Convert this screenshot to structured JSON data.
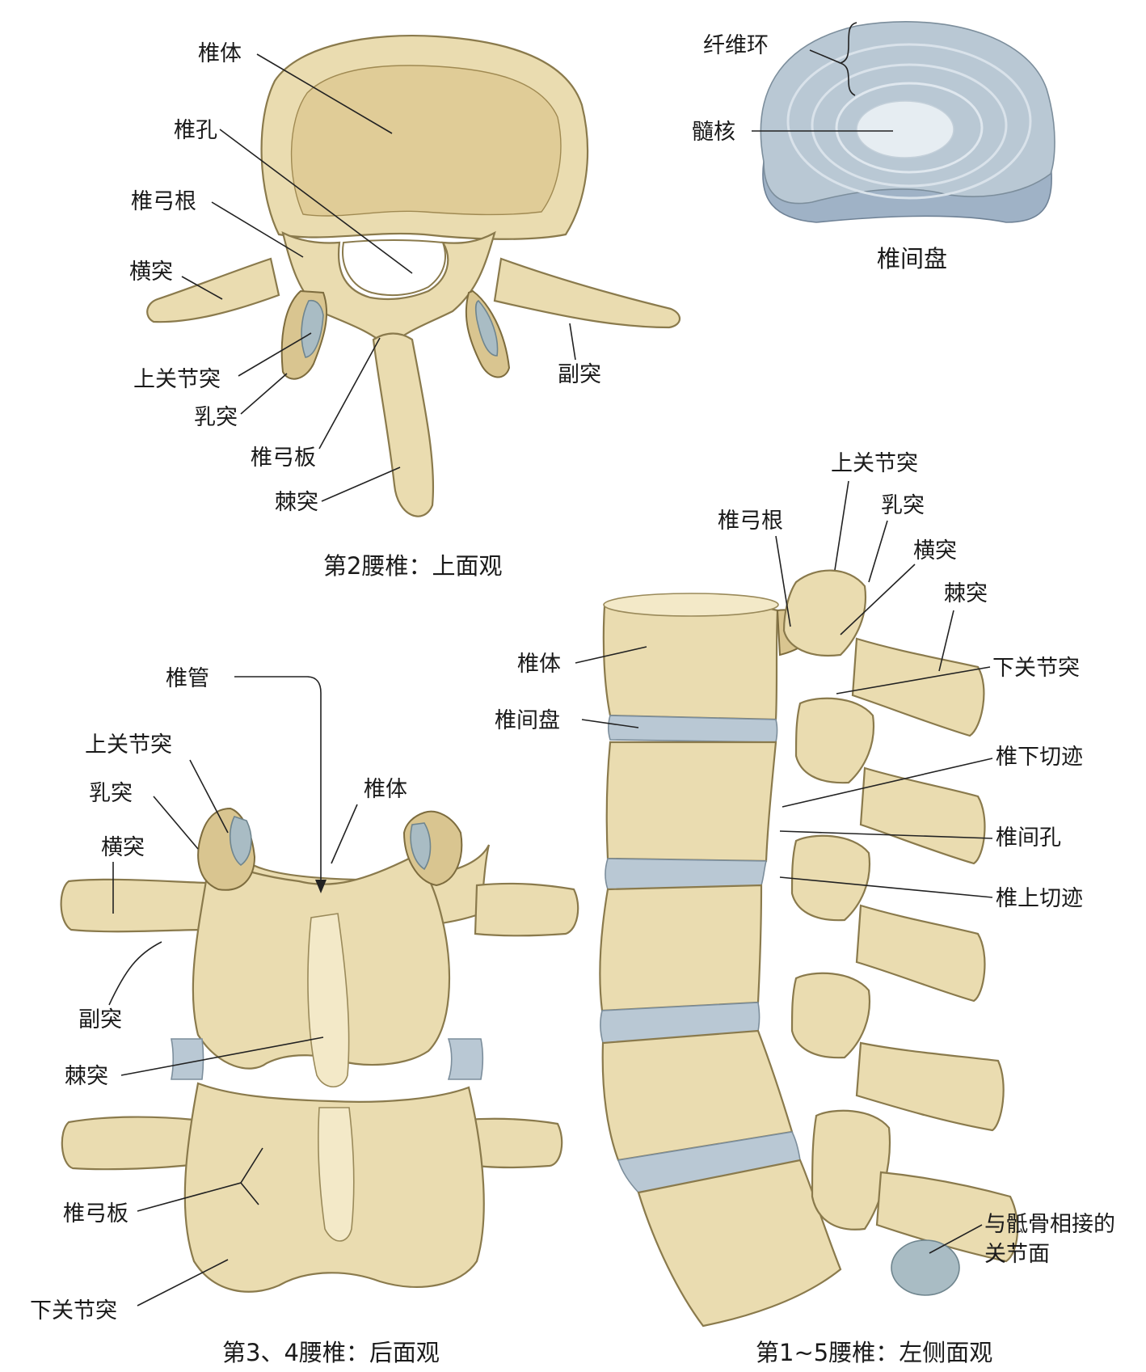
{
  "figures": {
    "superior_view": {
      "caption": "第2腰椎：上面观",
      "labels": {
        "vertebral_body": "椎体",
        "vertebral_foramen": "椎孔",
        "pedicle": "椎弓根",
        "transverse_process": "横突",
        "superior_articular_process": "上关节突",
        "mammillary_process": "乳突",
        "lamina": "椎弓板",
        "spinous_process": "棘突",
        "accessory_process": "副突"
      }
    },
    "disc_view": {
      "caption": "椎间盘",
      "labels": {
        "annulus_fibrosus": "纤维环",
        "nucleus_pulposus": "髓核"
      }
    },
    "posterior_view": {
      "caption": "第3、4腰椎：后面观",
      "labels": {
        "vertebral_canal": "椎管",
        "superior_articular_process": "上关节突",
        "mammillary_process": "乳突",
        "transverse_process": "横突",
        "vertebral_body": "椎体",
        "accessory_process": "副突",
        "spinous_process": "棘突",
        "lamina": "椎弓板",
        "inferior_articular_process": "下关节突"
      }
    },
    "lateral_view": {
      "caption": "第1~5腰椎：左侧面观",
      "labels": {
        "superior_articular_process": "上关节突",
        "pedicle": "椎弓根",
        "mammillary_process": "乳突",
        "transverse_process": "横突",
        "spinous_process": "棘突",
        "vertebral_body": "椎体",
        "inferior_articular_process": "下关节突",
        "intervertebral_disc": "椎间盘",
        "inferior_vertebral_notch": "椎下切迹",
        "intervertebral_foramen": "椎间孔",
        "superior_vertebral_notch": "椎上切迹",
        "sacral_articular_facet_line1": "与骶骨相接的",
        "sacral_articular_facet_line2": "关节面"
      }
    }
  }
}
